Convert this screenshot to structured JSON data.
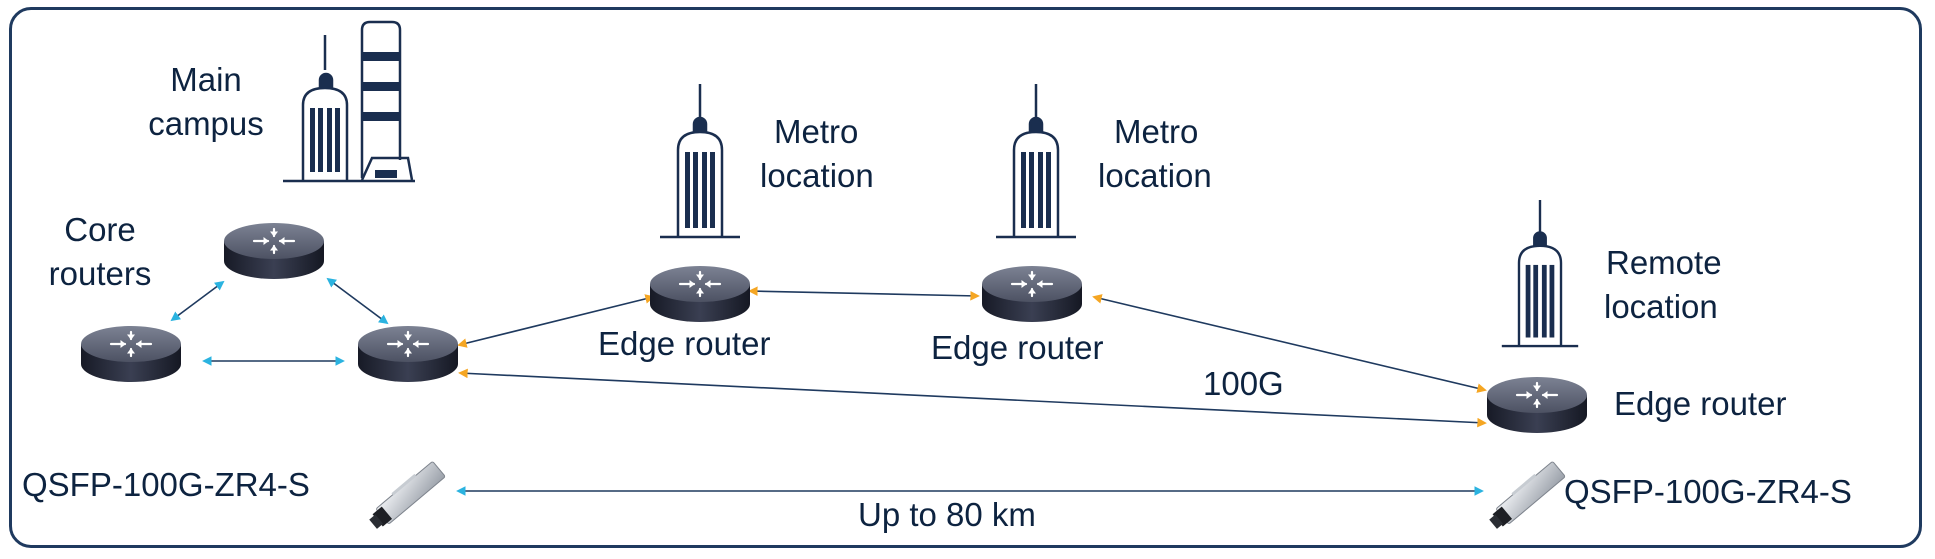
{
  "labels": {
    "main_campus_line1": "Main",
    "main_campus_line2": "campus",
    "core_routers_line1": "Core",
    "core_routers_line2": "routers",
    "metro1_line1": "Metro",
    "metro1_line2": "location",
    "metro2_line1": "Metro",
    "metro2_line2": "location",
    "remote_line1": "Remote",
    "remote_line2": "location",
    "edge_router_1": "Edge router",
    "edge_router_2": "Edge router",
    "edge_router_3": "Edge router",
    "link_speed": "100G",
    "transceiver_left": "QSFP-100G-ZR4-S",
    "transceiver_right": "QSFP-100G-ZR4-S",
    "distance": "Up to 80 km"
  },
  "colors": {
    "border": "#1f3a5f",
    "text": "#0d2340",
    "building": "#1a2e4f",
    "core_link_arrow": "#2bb3e0",
    "wan_link_arrow": "#f5a623"
  },
  "icons": [
    "building-icon",
    "router-icon",
    "transceiver-icon"
  ]
}
